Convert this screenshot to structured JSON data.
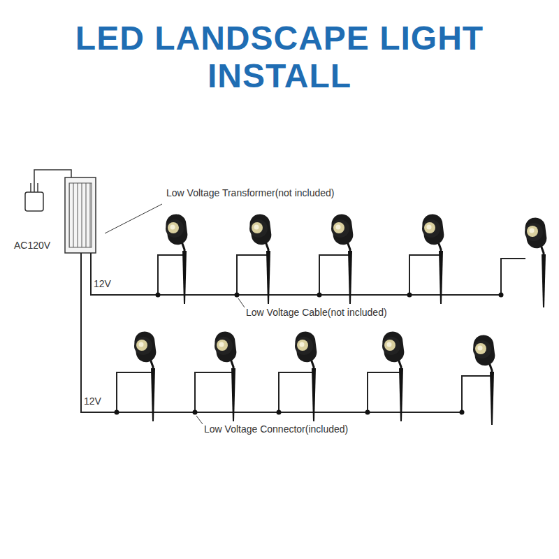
{
  "diagram": {
    "title": "LED LANDSCAPE LIGHT INSTALL",
    "labels": [
      "Low Voltage Transformer(not included)",
      "AC120V",
      "12V",
      "Low Voltage Cable(not included)",
      "12V",
      "Low Voltage Connector(included)"
    ]
  }
}
